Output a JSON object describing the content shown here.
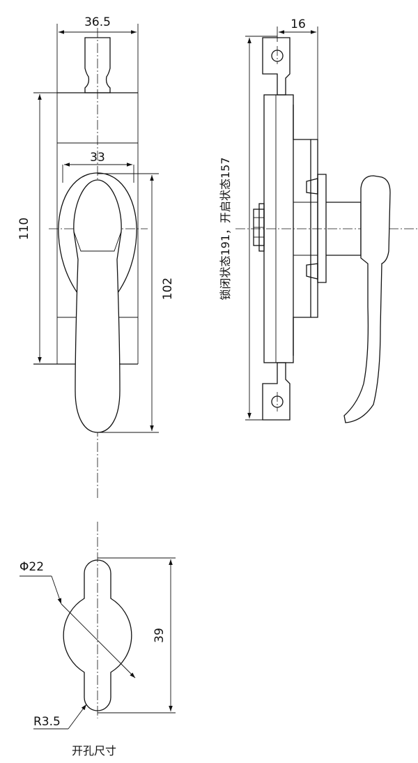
{
  "dimensions": {
    "top_width": "36.5",
    "handle_width": "33",
    "overall_height": "110",
    "handle_length": "102",
    "side_depth": "16",
    "cutout_diameter": "Φ22",
    "cutout_height": "39",
    "cutout_radius": "R3.5"
  },
  "labels": {
    "state_note": "锁闭状态191，开启状态157",
    "cutout_caption": "开孔尺寸"
  },
  "colors": {
    "line": "#111111",
    "background": "#ffffff"
  }
}
